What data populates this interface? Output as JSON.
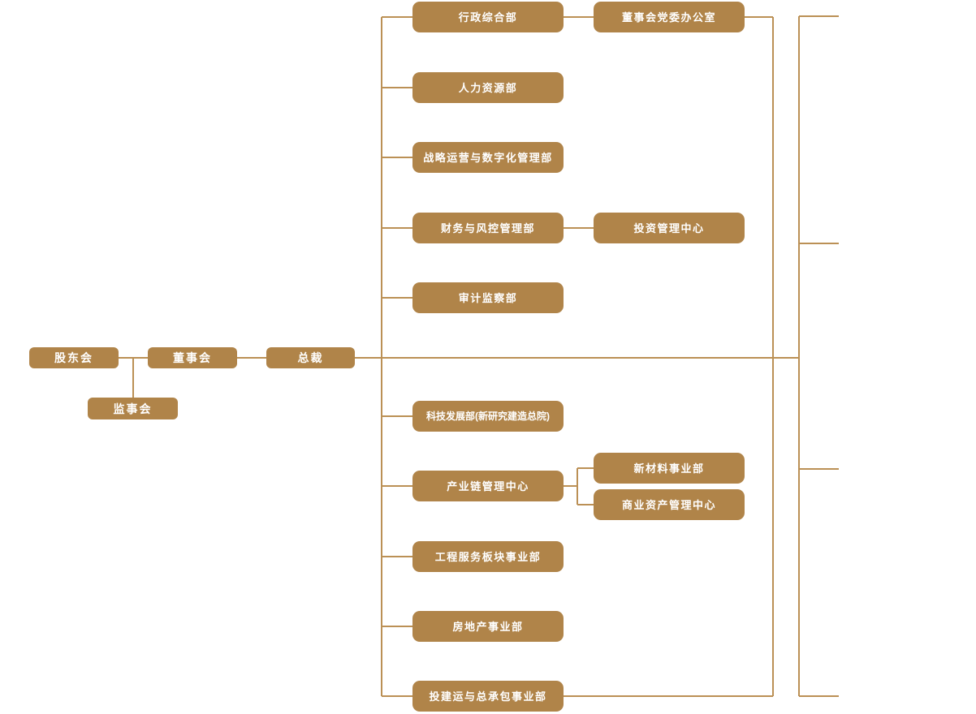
{
  "diagram": {
    "type": "org-chart",
    "colors": {
      "node_fill": "#b08449",
      "node_text": "#ffffff",
      "line": "#bb9055",
      "background": "#ffffff"
    }
  },
  "nodes": [
    {
      "id": "shareholders-meeting",
      "label": "股东会"
    },
    {
      "id": "board-of-directors",
      "label": "董事会"
    },
    {
      "id": "president",
      "label": "总裁"
    },
    {
      "id": "supervisory-board",
      "label": "监事会"
    },
    {
      "id": "admin-general-dept",
      "label": "行政综合部"
    },
    {
      "id": "board-party-office",
      "label": "董事会党委办公室"
    },
    {
      "id": "human-resources-dept",
      "label": "人力资源部"
    },
    {
      "id": "strategy-digital-dept",
      "label": "战略运营与数字化管理部"
    },
    {
      "id": "finance-risk-dept",
      "label": "财务与风控管理部"
    },
    {
      "id": "investment-center",
      "label": "投资管理中心"
    },
    {
      "id": "audit-supervision-dept",
      "label": "审计监察部"
    },
    {
      "id": "tech-development-dept",
      "label": "科技发展部(新研究建造总院)"
    },
    {
      "id": "industry-chain-center",
      "label": "产业链管理中心"
    },
    {
      "id": "new-materials-division",
      "label": "新材料事业部"
    },
    {
      "id": "commercial-assets-center",
      "label": "商业资产管理中心"
    },
    {
      "id": "engineering-service-division",
      "label": "工程服务板块事业部"
    },
    {
      "id": "real-estate-division",
      "label": "房地产事业部"
    },
    {
      "id": "epc-division",
      "label": "投建运与总承包事业部"
    }
  ]
}
